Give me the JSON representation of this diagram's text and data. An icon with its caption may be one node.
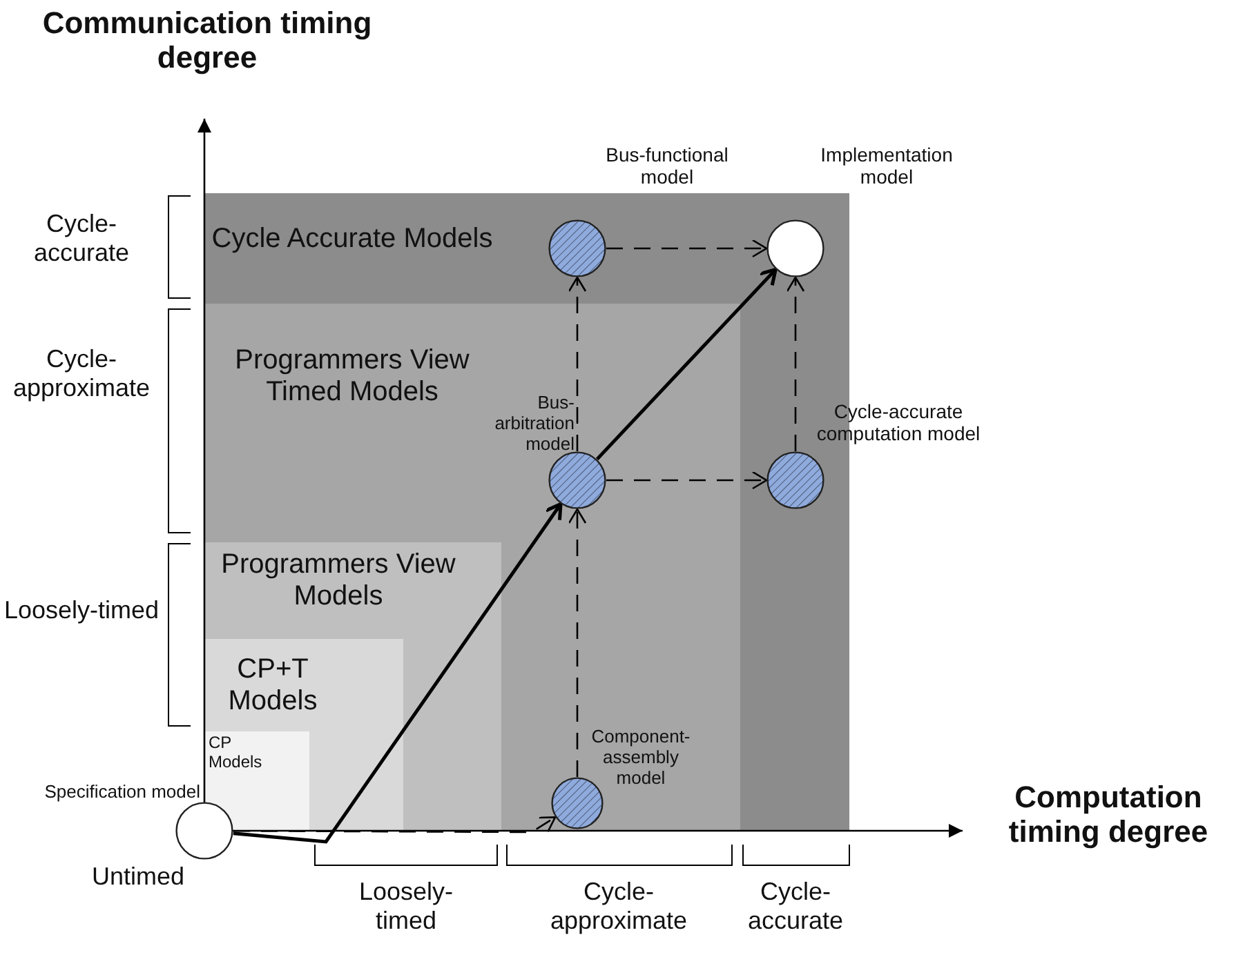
{
  "diagram": {
    "nodes": [
      {
        "text": [
          "Cycle Accurate Models"
        ]
      },
      {
        "text": [
          "Programmers View Timed Models"
        ],
        "in": 0
      },
      {
        "text": [
          "Programmers View Models"
        ],
        "in": 1
      },
      {
        "text": [
          "CP+T Models"
        ],
        "in": 2
      },
      {
        "text": [
          "CP Models"
        ],
        "in": 3
      },
      {
        "text": [
          "Specification model"
        ]
      },
      {
        "text": [
          "Component-assembly model"
        ],
        "in": 1
      },
      {
        "text": [
          "Bus-arbitration model"
        ],
        "in": 1
      },
      {
        "text": [
          "Bus-functional model"
        ],
        "in": 0
      },
      {
        "text": [
          "Implementation model"
        ],
        "in": 0
      },
      {
        "text": [
          "Cycle-accurate computation model"
        ],
        "in": 0
      }
    ],
    "edges": [
      {
        "from": 5,
        "to": 6,
        "arrow": "to",
        "style": "dashed"
      },
      {
        "from": 5,
        "to": 7,
        "arrow": "to"
      },
      {
        "from": 7,
        "to": 9,
        "arrow": "to"
      },
      {
        "from": 6,
        "to": 7,
        "arrow": "to",
        "style": "dashed"
      },
      {
        "from": 7,
        "to": 8,
        "arrow": "to",
        "style": "dashed"
      },
      {
        "from": 8,
        "to": 9,
        "arrow": "to",
        "style": "dashed"
      },
      {
        "from": 7,
        "to": 10,
        "arrow": "to",
        "style": "dashed"
      },
      {
        "from": 10,
        "to": 9,
        "arrow": "to",
        "style": "dashed"
      }
    ],
    "labels": [
      "Communication timing degree",
      "Cycle-accurate",
      "Cycle-approximate",
      "Loosely-timed",
      "Computation timing degree",
      "Untimed",
      "Loosely-timed",
      "Cycle-approximate",
      "Cycle-accurate"
    ]
  }
}
